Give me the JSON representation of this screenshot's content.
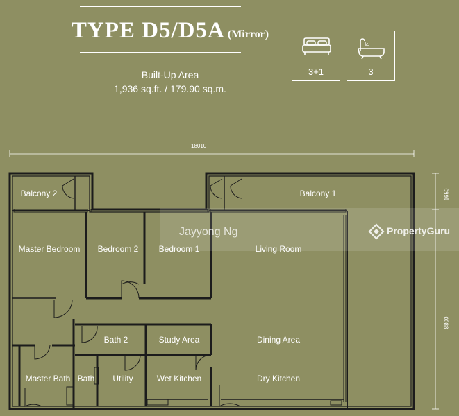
{
  "header": {
    "type_label": "TYPE D5/D5A",
    "type_suffix": "(Mirror)",
    "area_label": "Built-Up Area",
    "area_value": "1,936 sq.ft. / 179.90 sq.m."
  },
  "specs": {
    "bedrooms": {
      "icon": "bed-icon",
      "value": "3+1"
    },
    "bathrooms": {
      "icon": "bathtub-icon",
      "value": "3"
    }
  },
  "dimensions": {
    "width": "18010",
    "balcony_depth": "1650",
    "unit_depth": "8800"
  },
  "rooms": {
    "balcony_2": "Balcony 2",
    "balcony_1": "Balcony 1",
    "master_bedroom": "Master Bedroom",
    "bedroom_2": "Bedroom 2",
    "bedroom_1": "Bedroom 1",
    "living_room": "Living Room",
    "bath_2": "Bath 2",
    "study_area": "Study Area",
    "dining_area": "Dining Area",
    "master_bath": "Master Bath",
    "bath": "Bath",
    "utility": "Utility",
    "wet_kitchen": "Wet Kitchen",
    "dry_kitchen": "Dry Kitchen"
  },
  "watermark": {
    "owner": "Jayyong Ng",
    "brand": "PropertyGuru"
  },
  "colors": {
    "background": "#8e8f62",
    "lines": "#ffffff",
    "walls": "#1c1c1c"
  }
}
